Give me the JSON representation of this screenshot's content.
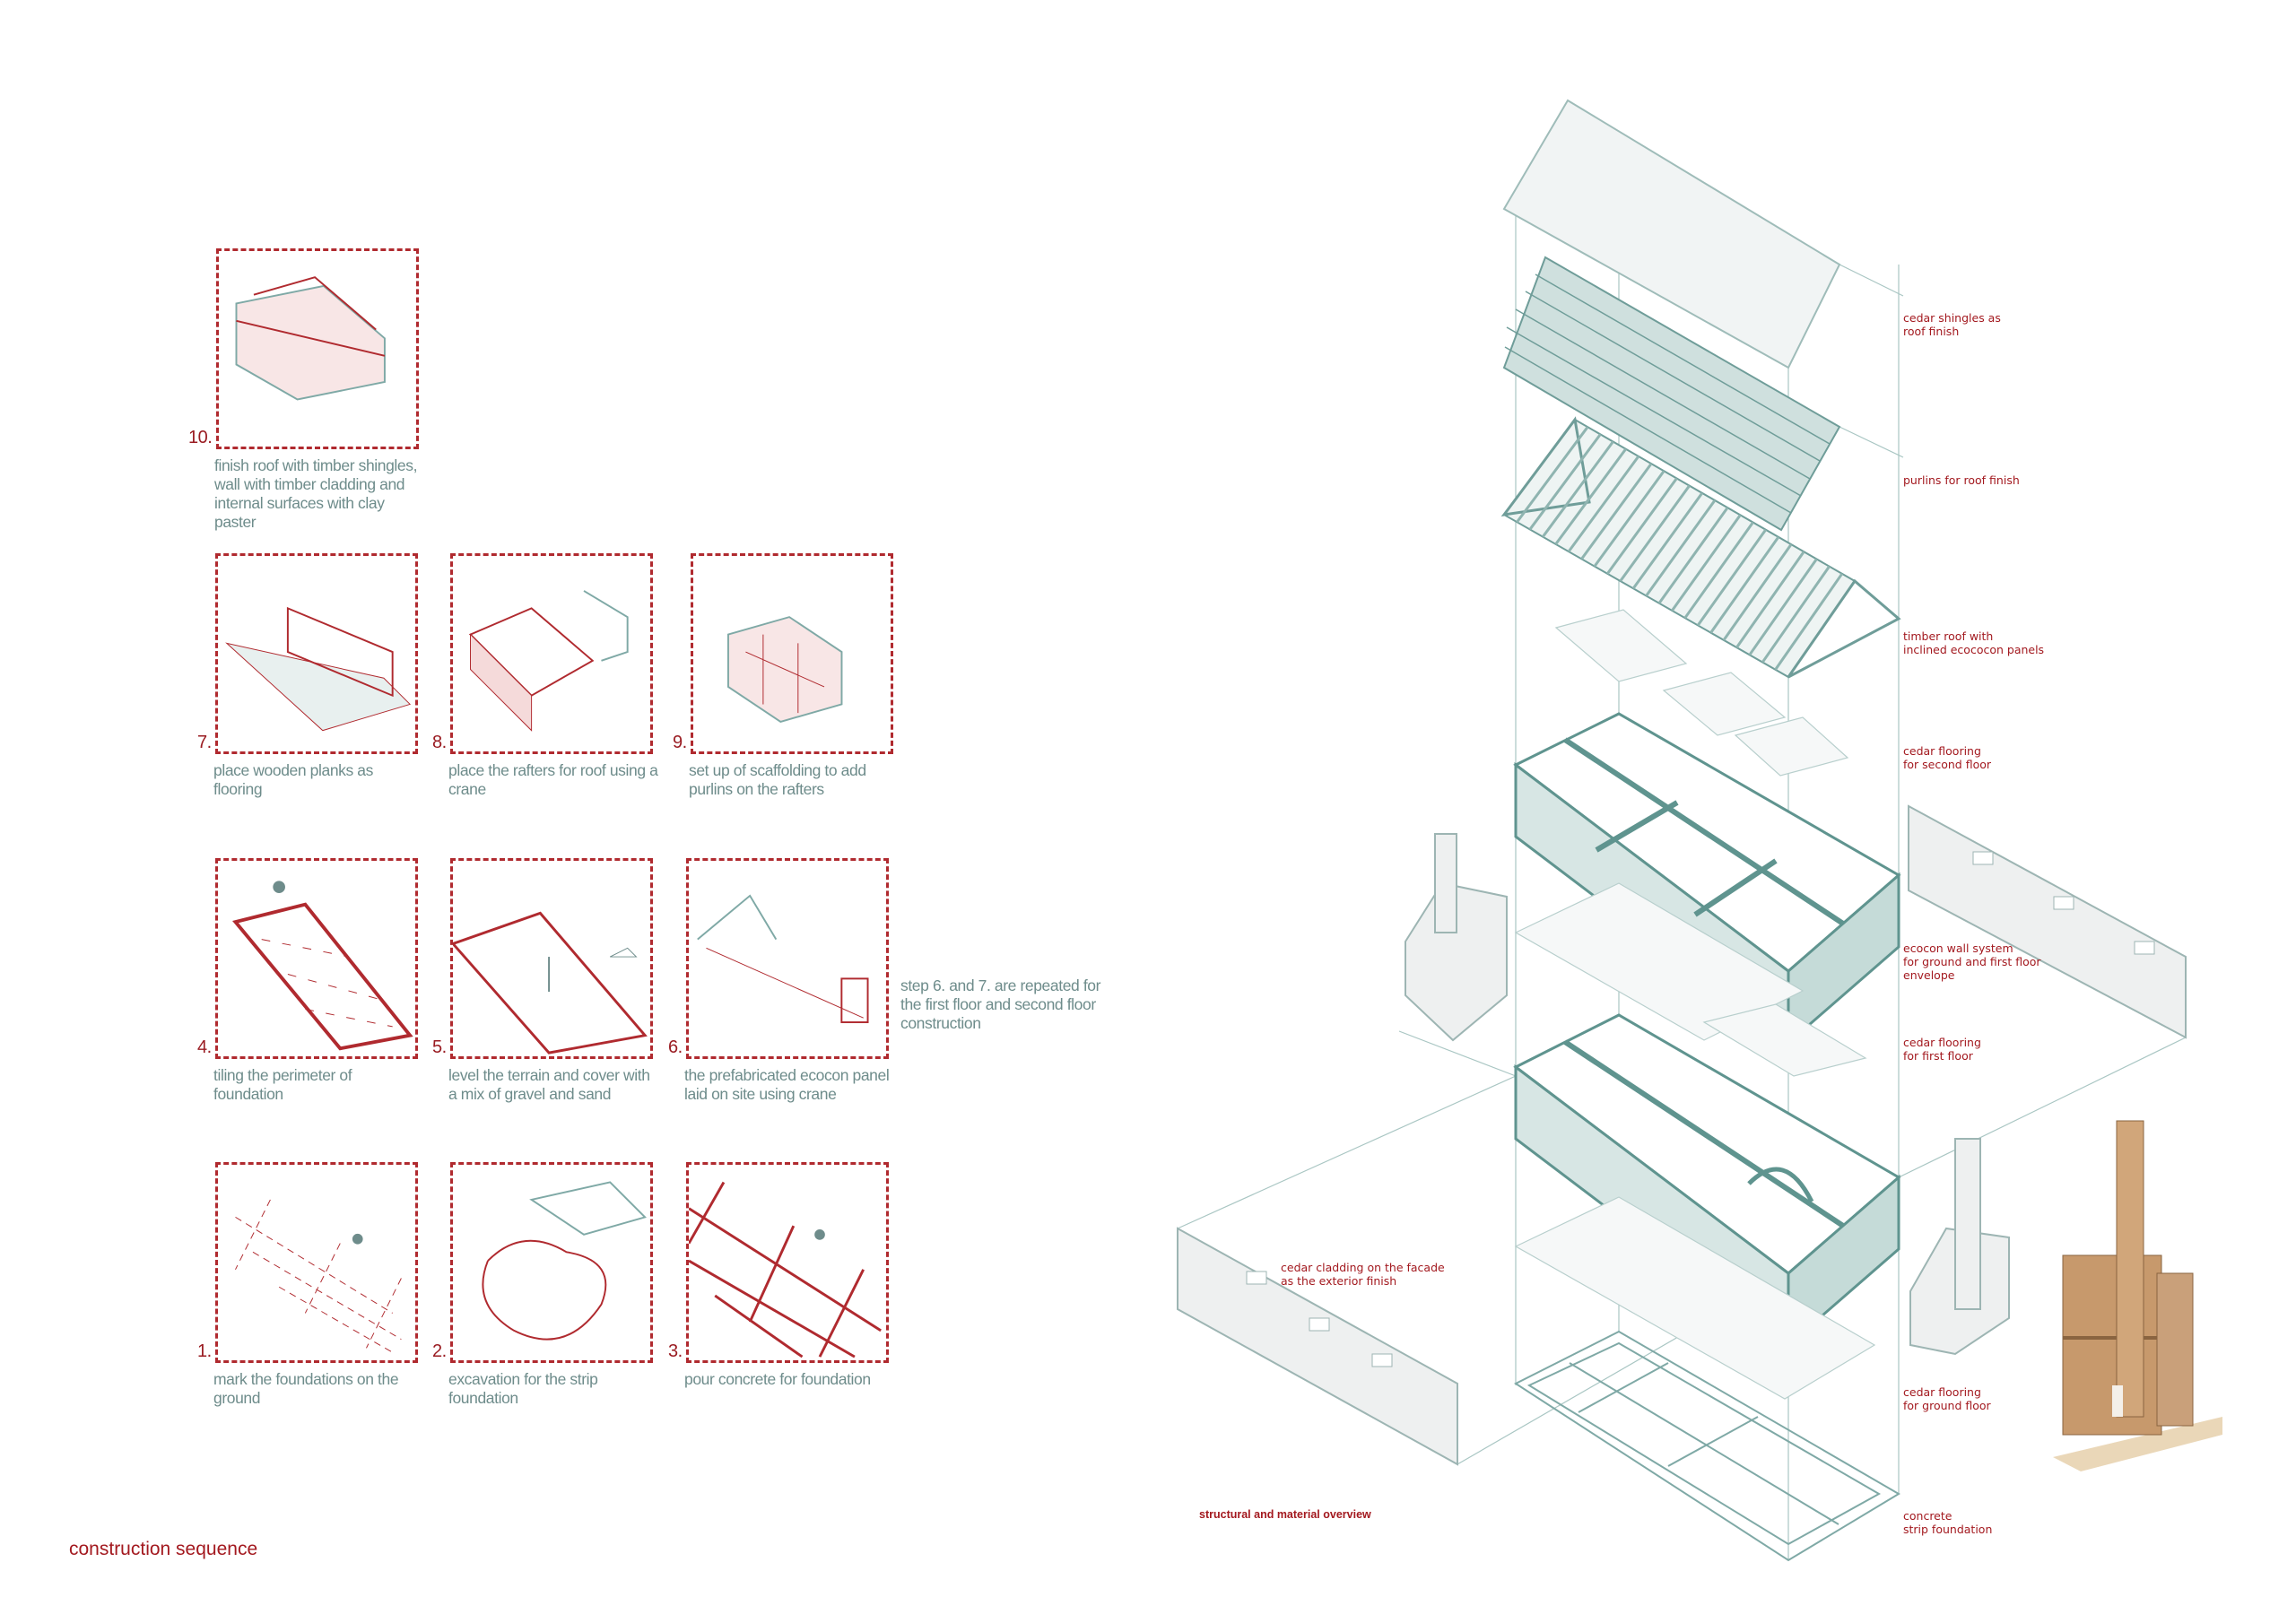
{
  "title": "construction sequence",
  "overview_title": "structural and material overview",
  "steps": [
    {
      "num": "1.",
      "text": "mark the foundations on the ground"
    },
    {
      "num": "2.",
      "text": "excavation for the strip foundation"
    },
    {
      "num": "3.",
      "text": "pour concrete for foundation"
    },
    {
      "num": "4.",
      "text": "tiling the perimeter of foundation"
    },
    {
      "num": "5.",
      "text": "level the terrain and cover with a mix of gravel and sand"
    },
    {
      "num": "6.",
      "text": "the prefabricated ecocon panel laid on site using crane"
    },
    {
      "num": "7.",
      "text": "place wooden planks as flooring"
    },
    {
      "num": "8.",
      "text": "place the rafters for roof using a crane"
    },
    {
      "num": "9.",
      "text": "set up of scaffolding to add purlins on the rafters"
    },
    {
      "num": "10.",
      "text": "finish roof with timber shingles, wall with timber cladding and internal surfaces with clay paster"
    }
  ],
  "repeat_note": "step 6. and 7. are repeated for the first floor and second floor construction",
  "labels": {
    "shingles": "cedar shingles as\nroof finish",
    "purlins": "purlins for roof finish",
    "timber_roof": "timber roof with\ninclined ecococon panels",
    "floor2": "cedar flooring\nfor second floor",
    "wall_system": "ecocon wall system\nfor ground and first floor\nenvelope",
    "floor1": "cedar flooring\nfor first floor",
    "cladding": "cedar cladding on the facade\nas the exterior finish",
    "floor0": "cedar flooring\nfor ground floor",
    "foundation": "concrete\nstrip foundation"
  },
  "colors": {
    "accent": "#a3191f",
    "line": "#7fa9a6",
    "caption": "#6e8c8b"
  }
}
